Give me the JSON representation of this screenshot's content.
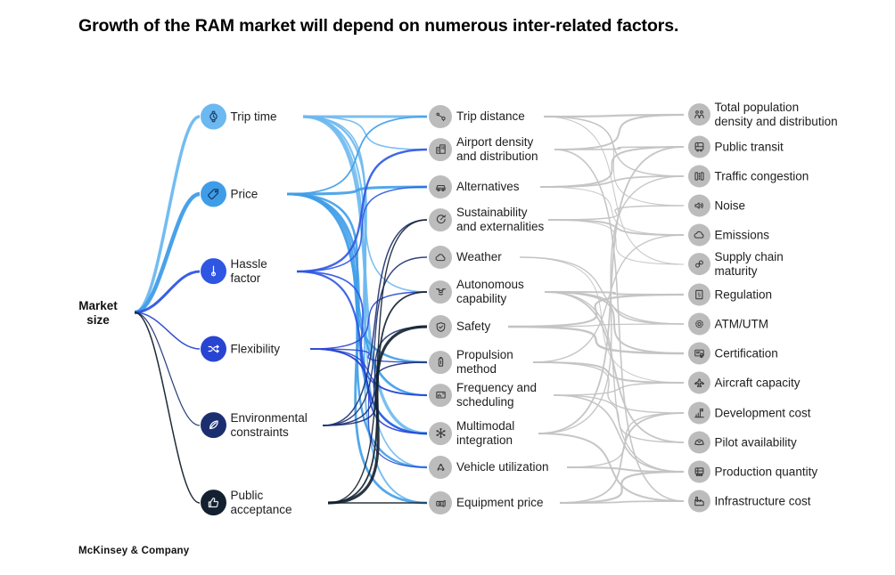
{
  "title": "Growth of the RAM market will depend on numerous inter-related factors.",
  "footer": "McKinsey & Company",
  "market": {
    "label": "Market\nsize"
  },
  "colors": {
    "link_gray": "#c3c3c3",
    "bubble_gray": "#bcbcbc",
    "glyph_gray": "#3a3a3a",
    "text": "#202020"
  },
  "factors": [
    {
      "label": "Trip time",
      "icon": "watch-icon",
      "color": "#6cb8f0",
      "glyph": "#1d3f6e"
    },
    {
      "label": "Price",
      "icon": "price-tag-icon",
      "color": "#3f9de8",
      "glyph": "#123a66"
    },
    {
      "label": "Hassle\nfactor",
      "icon": "thermometer-icon",
      "color": "#2e56e3",
      "glyph": "#ffffff"
    },
    {
      "label": "Flexibility",
      "icon": "shuffle-icon",
      "color": "#2844d2",
      "glyph": "#ffffff"
    },
    {
      "label": "Environmental\nconstraints",
      "icon": "leaf-icon",
      "color": "#1b2f70",
      "glyph": "#ffffff"
    },
    {
      "label": "Public\nacceptance",
      "icon": "thumbs-up-icon",
      "color": "#13202f",
      "glyph": "#e8edf2"
    }
  ],
  "drivers": [
    {
      "label": "Trip distance",
      "icon": "route-pins-icon"
    },
    {
      "label": "Airport density\nand distribution",
      "icon": "buildings-icon"
    },
    {
      "label": "Alternatives",
      "icon": "car-icon"
    },
    {
      "label": "Sustainability\nand externalities",
      "icon": "gauge-cycle-icon"
    },
    {
      "label": "Weather",
      "icon": "cloud-icon"
    },
    {
      "label": "Autonomous\ncapability",
      "icon": "drone-icon"
    },
    {
      "label": "Safety",
      "icon": "shield-check-icon"
    },
    {
      "label": "Propulsion\nmethod",
      "icon": "battery-icon"
    },
    {
      "label": "Frequency and\nscheduling",
      "icon": "schedule-board-icon"
    },
    {
      "label": "Multimodal\nintegration",
      "icon": "network-hub-icon"
    },
    {
      "label": "Vehicle utilization",
      "icon": "recycle-icon"
    },
    {
      "label": "Equipment price",
      "icon": "banknote-icon"
    }
  ],
  "externals": [
    {
      "label": "Total population\ndensity and distribution",
      "icon": "people-icon"
    },
    {
      "label": "Public transit",
      "icon": "bus-icon"
    },
    {
      "label": "Traffic congestion",
      "icon": "traffic-lanes-icon"
    },
    {
      "label": "Noise",
      "icon": "speaker-icon"
    },
    {
      "label": "Emissions",
      "icon": "cloud-icon"
    },
    {
      "label": "Supply chain\nmaturity",
      "icon": "chain-link-icon"
    },
    {
      "label": "Regulation",
      "icon": "section-doc-icon"
    },
    {
      "label": "ATM/UTM",
      "icon": "gear-icon"
    },
    {
      "label": "Certification",
      "icon": "certificate-icon"
    },
    {
      "label": "Aircraft capacity",
      "icon": "plane-icon"
    },
    {
      "label": "Development cost",
      "icon": "bar-chart-flag-icon"
    },
    {
      "label": "Pilot availability",
      "icon": "pilot-cap-icon"
    },
    {
      "label": "Production quantity",
      "icon": "press-machine-icon"
    },
    {
      "label": "Infrastructure cost",
      "icon": "factory-icon"
    }
  ],
  "links": {
    "market_to_factors": [
      [
        0,
        3.5
      ],
      [
        1,
        4.5
      ],
      [
        2,
        3.0
      ],
      [
        3,
        1.5
      ],
      [
        4,
        1.2
      ],
      [
        5,
        1.5
      ]
    ],
    "factors_to_drivers": [
      [
        0,
        0,
        3.0
      ],
      [
        0,
        1,
        1.6
      ],
      [
        0,
        5,
        1.6
      ],
      [
        0,
        8,
        2.4
      ],
      [
        0,
        9,
        3.4
      ],
      [
        0,
        10,
        1.6
      ],
      [
        0,
        11,
        2.0
      ],
      [
        1,
        0,
        1.8
      ],
      [
        1,
        2,
        3.0
      ],
      [
        1,
        7,
        2.6
      ],
      [
        1,
        8,
        2.0
      ],
      [
        1,
        9,
        2.4
      ],
      [
        1,
        10,
        2.4
      ],
      [
        1,
        11,
        2.8
      ],
      [
        2,
        1,
        2.4
      ],
      [
        2,
        2,
        1.6
      ],
      [
        2,
        8,
        1.8
      ],
      [
        2,
        9,
        2.2
      ],
      [
        3,
        5,
        1.4
      ],
      [
        3,
        7,
        1.4
      ],
      [
        3,
        8,
        1.4
      ],
      [
        3,
        9,
        1.6
      ],
      [
        3,
        10,
        1.2
      ],
      [
        4,
        3,
        1.5
      ],
      [
        4,
        4,
        1.4
      ],
      [
        4,
        6,
        1.5
      ],
      [
        4,
        7,
        1.5
      ],
      [
        5,
        3,
        1.4
      ],
      [
        5,
        5,
        1.8
      ],
      [
        5,
        6,
        3.2
      ],
      [
        5,
        11,
        1.6
      ]
    ],
    "drivers_to_externals": [
      [
        0,
        0,
        2.2
      ],
      [
        0,
        2,
        1.5
      ],
      [
        0,
        3,
        1.0
      ],
      [
        0,
        5,
        1.0
      ],
      [
        1,
        0,
        2.0
      ],
      [
        1,
        1,
        1.6
      ],
      [
        1,
        13,
        1.6
      ],
      [
        2,
        1,
        2.0
      ],
      [
        2,
        2,
        1.8
      ],
      [
        2,
        4,
        1.0
      ],
      [
        3,
        3,
        1.4
      ],
      [
        3,
        4,
        2.0
      ],
      [
        3,
        5,
        1.0
      ],
      [
        4,
        7,
        1.4
      ],
      [
        4,
        9,
        1.0
      ],
      [
        5,
        6,
        2.0
      ],
      [
        5,
        7,
        1.6
      ],
      [
        5,
        8,
        2.0
      ],
      [
        5,
        11,
        1.8
      ],
      [
        5,
        12,
        1.4
      ],
      [
        6,
        6,
        2.2
      ],
      [
        6,
        7,
        1.2
      ],
      [
        6,
        8,
        2.4
      ],
      [
        7,
        4,
        1.4
      ],
      [
        7,
        9,
        2.0
      ],
      [
        7,
        10,
        1.4
      ],
      [
        8,
        9,
        1.4
      ],
      [
        8,
        11,
        1.4
      ],
      [
        8,
        12,
        1.6
      ],
      [
        9,
        1,
        1.8
      ],
      [
        9,
        2,
        1.4
      ],
      [
        9,
        13,
        2.0
      ],
      [
        10,
        10,
        1.4
      ],
      [
        10,
        12,
        2.0
      ],
      [
        11,
        10,
        1.8
      ],
      [
        11,
        12,
        2.2
      ],
      [
        11,
        13,
        1.8
      ]
    ]
  }
}
